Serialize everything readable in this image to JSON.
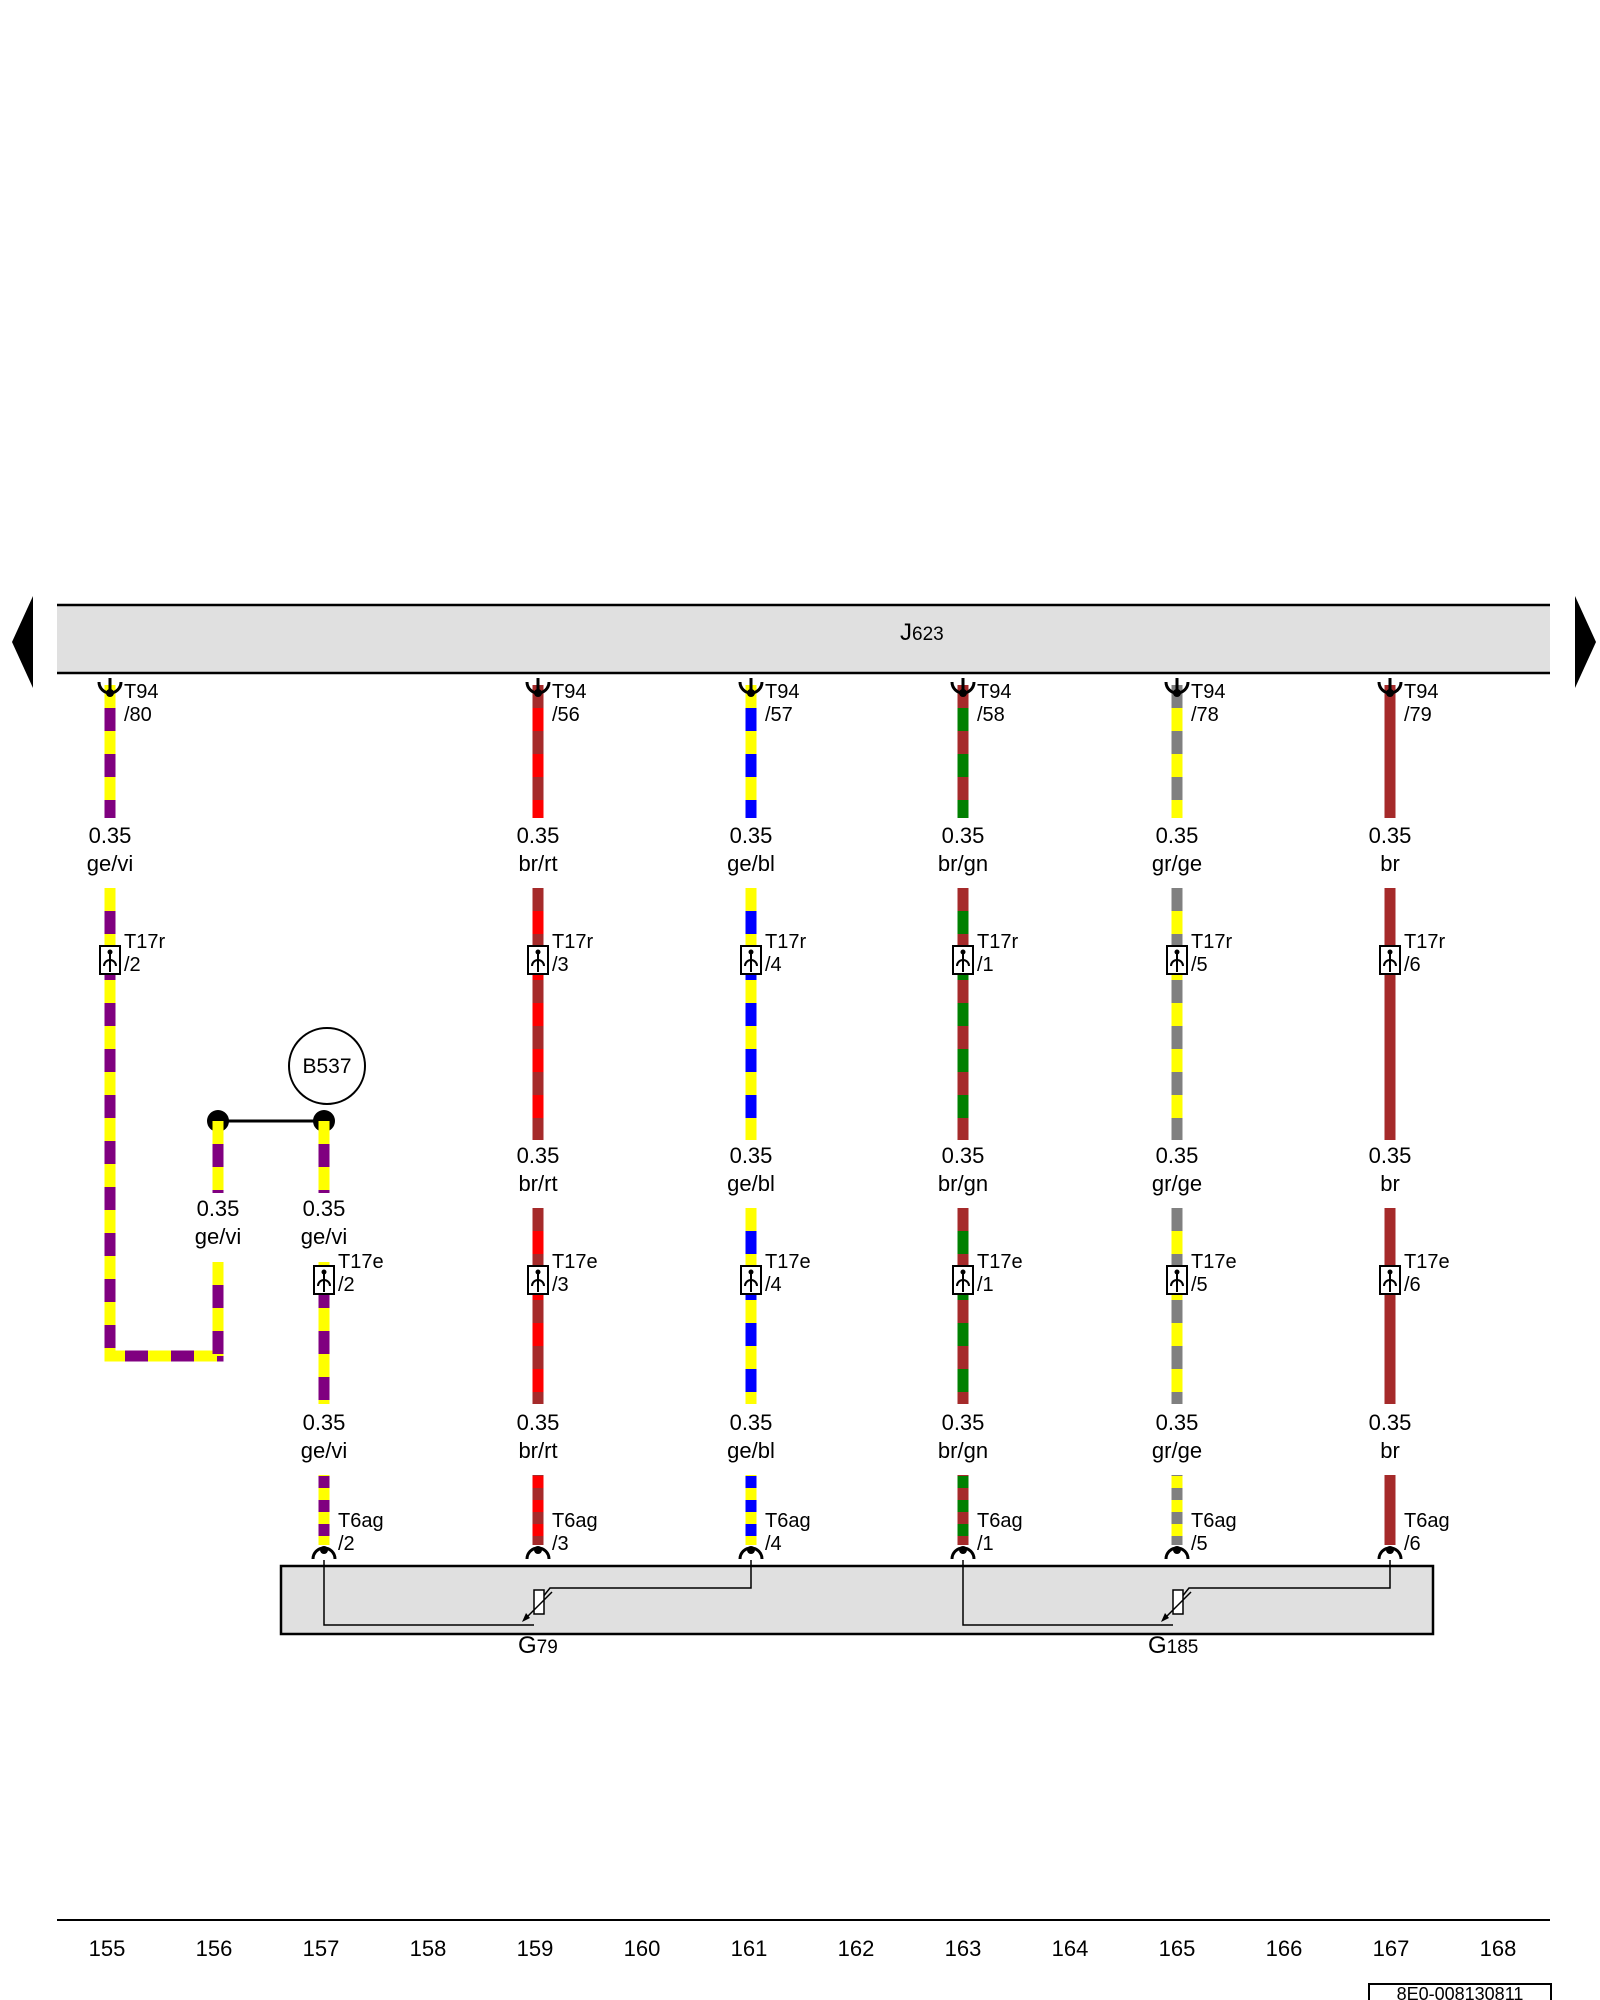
{
  "module": {
    "name": "J",
    "sub": "623"
  },
  "sensors": [
    {
      "name": "G",
      "sub": "79"
    },
    {
      "name": "G",
      "sub": "185"
    }
  ],
  "splice": {
    "label": "B537",
    "wire_a": [
      "0.35",
      "ge/vi"
    ],
    "wire_b": [
      "0.35",
      "ge/vi"
    ]
  },
  "columns": [
    {
      "key": "c155",
      "colors": [
        "#ffff00",
        "#800080"
      ],
      "top": {
        "l1": "T94",
        "l2": "/80"
      },
      "w1": [
        "0.35",
        "ge/vi"
      ],
      "c1": {
        "l1": "T17r",
        "l2": "/2"
      }
    },
    {
      "key": "c159",
      "colors": [
        "#a52a2a",
        "#ff0000"
      ],
      "top": {
        "l1": "T94",
        "l2": "/56"
      },
      "w1": [
        "0.35",
        "br/rt"
      ],
      "c1": {
        "l1": "T17r",
        "l2": "/3"
      },
      "w2": [
        "0.35",
        "br/rt"
      ],
      "c2": {
        "l1": "T17e",
        "l2": "/3"
      },
      "w3": [
        "0.35",
        "br/rt"
      ],
      "c3": {
        "l1": "T6ag",
        "l2": "/3"
      }
    },
    {
      "key": "c161",
      "colors": [
        "#ffff00",
        "#0000ff"
      ],
      "top": {
        "l1": "T94",
        "l2": "/57"
      },
      "w1": [
        "0.35",
        "ge/bl"
      ],
      "c1": {
        "l1": "T17r",
        "l2": "/4"
      },
      "w2": [
        "0.35",
        "ge/bl"
      ],
      "c2": {
        "l1": "T17e",
        "l2": "/4"
      },
      "w3": [
        "0.35",
        "ge/bl"
      ],
      "c3": {
        "l1": "T6ag",
        "l2": "/4"
      }
    },
    {
      "key": "c163",
      "colors": [
        "#a52a2a",
        "#008000"
      ],
      "top": {
        "l1": "T94",
        "l2": "/58"
      },
      "w1": [
        "0.35",
        "br/gn"
      ],
      "c1": {
        "l1": "T17r",
        "l2": "/1"
      },
      "w2": [
        "0.35",
        "br/gn"
      ],
      "c2": {
        "l1": "T17e",
        "l2": "/1"
      },
      "w3": [
        "0.35",
        "br/gn"
      ],
      "c3": {
        "l1": "T6ag",
        "l2": "/1"
      }
    },
    {
      "key": "c165",
      "colors": [
        "#808080",
        "#ffff00"
      ],
      "top": {
        "l1": "T94",
        "l2": "/78"
      },
      "w1": [
        "0.35",
        "gr/ge"
      ],
      "c1": {
        "l1": "T17r",
        "l2": "/5"
      },
      "w2": [
        "0.35",
        "gr/ge"
      ],
      "c2": {
        "l1": "T17e",
        "l2": "/5"
      },
      "w3": [
        "0.35",
        "gr/ge"
      ],
      "c3": {
        "l1": "T6ag",
        "l2": "/5"
      }
    },
    {
      "key": "c167",
      "colors": [
        "#a52a2a",
        "#a52a2a"
      ],
      "top": {
        "l1": "T94",
        "l2": "/79"
      },
      "w1": [
        "0.35",
        "br"
      ],
      "c1": {
        "l1": "T17r",
        "l2": "/6"
      },
      "w2": [
        "0.35",
        "br"
      ],
      "c2": {
        "l1": "T17e",
        "l2": "/6"
      },
      "w3": [
        "0.35",
        "br"
      ],
      "c3": {
        "l1": "T6ag",
        "l2": "/6"
      }
    }
  ],
  "col157": {
    "colors": [
      "#ffff00",
      "#800080"
    ],
    "c2": {
      "l1": "T17e",
      "l2": "/2"
    },
    "w3": [
      "0.35",
      "ge/vi"
    ],
    "c3": {
      "l1": "T6ag",
      "l2": "/2"
    }
  },
  "ruler": [
    "155",
    "156",
    "157",
    "158",
    "159",
    "160",
    "161",
    "162",
    "163",
    "164",
    "165",
    "166",
    "167",
    "168"
  ],
  "doc_id": "8E0-008130811"
}
